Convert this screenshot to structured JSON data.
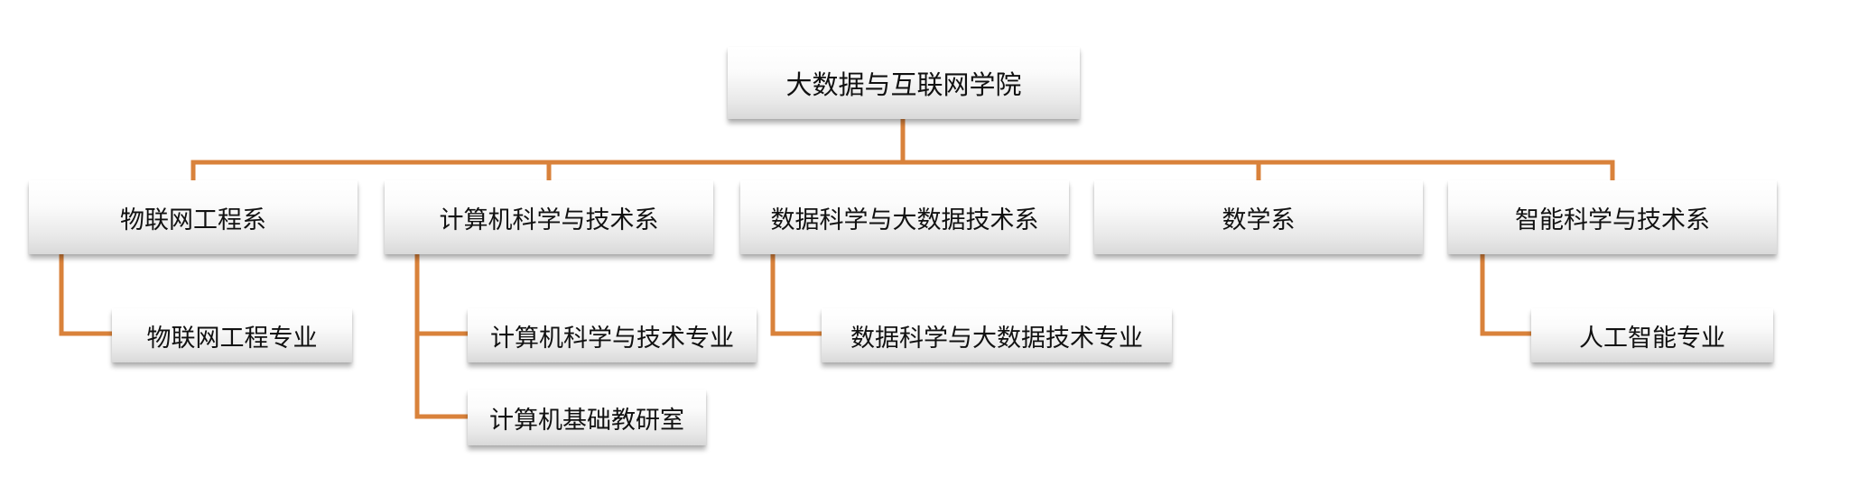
{
  "org_chart": {
    "root": {
      "label": "大数据与互联网学院"
    },
    "departments": [
      {
        "label": "物联网工程系",
        "children": [
          {
            "label": "物联网工程专业"
          }
        ]
      },
      {
        "label": "计算机科学与技术系",
        "children": [
          {
            "label": "计算机科学与技术专业"
          },
          {
            "label": "计算机基础教研室"
          }
        ]
      },
      {
        "label": "数据科学与大数据技术系",
        "children": [
          {
            "label": "数据科学与大数据技术专业"
          }
        ]
      },
      {
        "label": "数学系",
        "children": []
      },
      {
        "label": "智能科学与技术系",
        "children": [
          {
            "label": "人工智能专业"
          }
        ]
      }
    ],
    "connector_color": "#D9823B"
  }
}
